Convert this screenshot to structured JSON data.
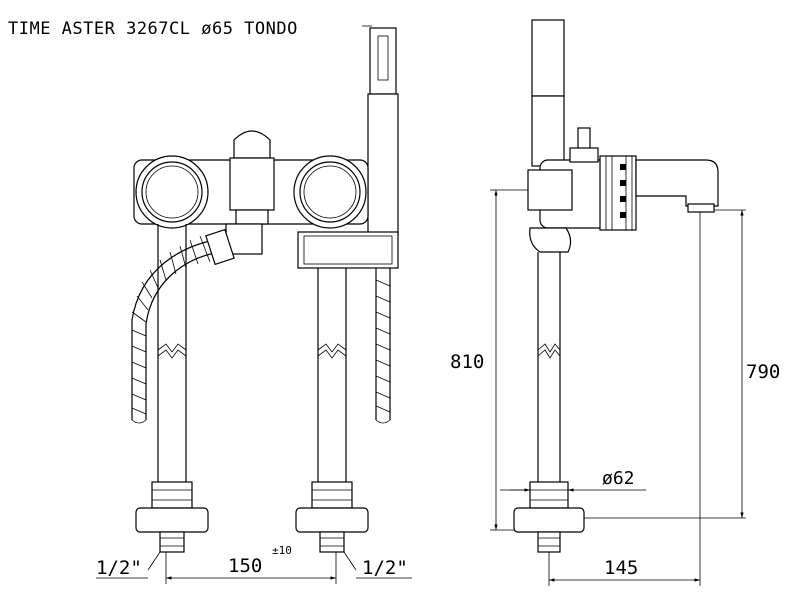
{
  "title": "TIME ASTER 3267CL ø65 TONDO",
  "front_view": {
    "left_thread": "1/2\"",
    "right_thread": "1/2\"",
    "spacing": "150",
    "spacing_tolerance": "±10"
  },
  "side_view": {
    "height_total": "810",
    "height_spout": "790",
    "diameter": "ø62",
    "projection": "145"
  }
}
